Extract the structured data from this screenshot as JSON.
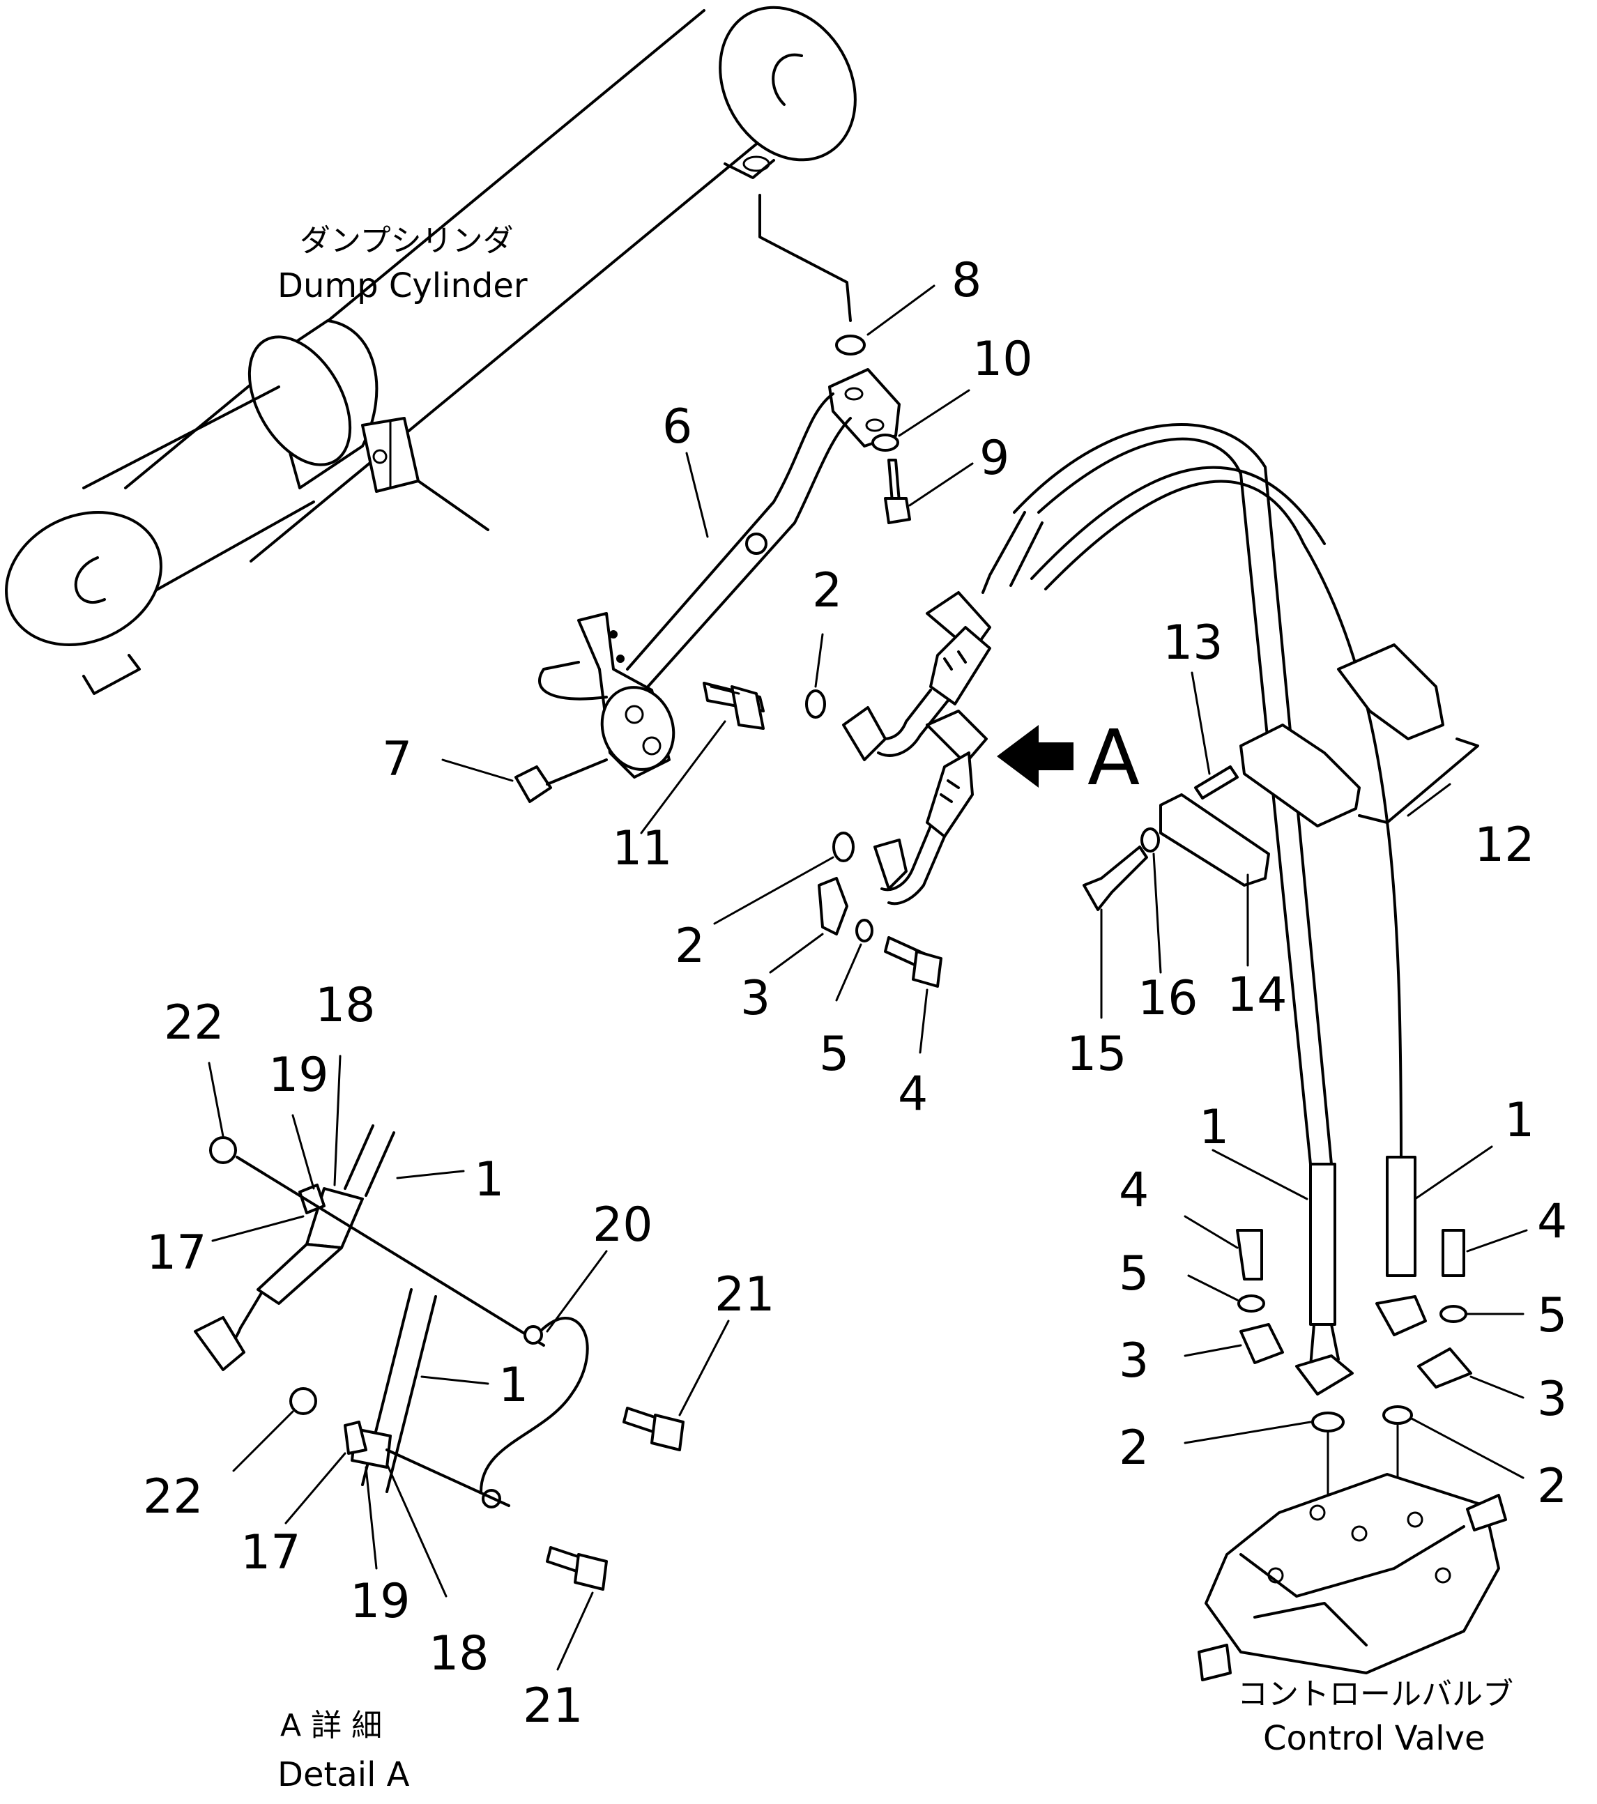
{
  "captions": {
    "dump_cylinder_jp": "ダンプシリンダ",
    "dump_cylinder_en": "Dump Cylinder",
    "control_valve_jp": "コントロールバルブ",
    "control_valve_en": "Control Valve",
    "detail_jp": "A 詳 細",
    "detail_en": "Detail A",
    "view_arrow": "A"
  },
  "callouts": {
    "c8": "8",
    "c10": "10",
    "c9": "9",
    "c6": "6",
    "c2a": "2",
    "c2b": "2",
    "c11": "11",
    "c7": "7",
    "c3a": "3",
    "c5a": "5",
    "c4a": "4",
    "c13": "13",
    "c12": "12",
    "c14": "14",
    "c16": "16",
    "c15": "15",
    "c1r1": "1",
    "c1r2": "1",
    "c4b": "4",
    "c4c": "4",
    "c5b": "5",
    "c5c": "5",
    "c3b": "3",
    "c3c": "3",
    "c2c": "2",
    "c2d": "2",
    "c22a": "22",
    "c18a": "18",
    "c19a": "19",
    "c17a": "17",
    "c1d1": "1",
    "c20": "20",
    "c21a": "21",
    "c1d2": "1",
    "c22b": "22",
    "c17b": "17",
    "c19b": "19",
    "c18b": "18",
    "c21b": "21"
  }
}
